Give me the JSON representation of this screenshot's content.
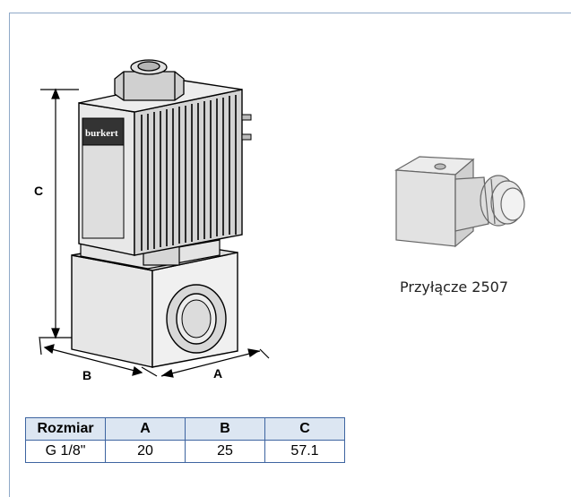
{
  "drawing": {
    "dim_c": "C",
    "dim_b": "B",
    "dim_a": "A",
    "brand": "burkert"
  },
  "connector": {
    "caption": "Przyłącze 2507"
  },
  "table": {
    "headers": [
      "Rozmiar",
      "A",
      "B",
      "C"
    ],
    "rows": [
      [
        "G 1/8\"",
        "20",
        "25",
        "57.1"
      ]
    ]
  }
}
